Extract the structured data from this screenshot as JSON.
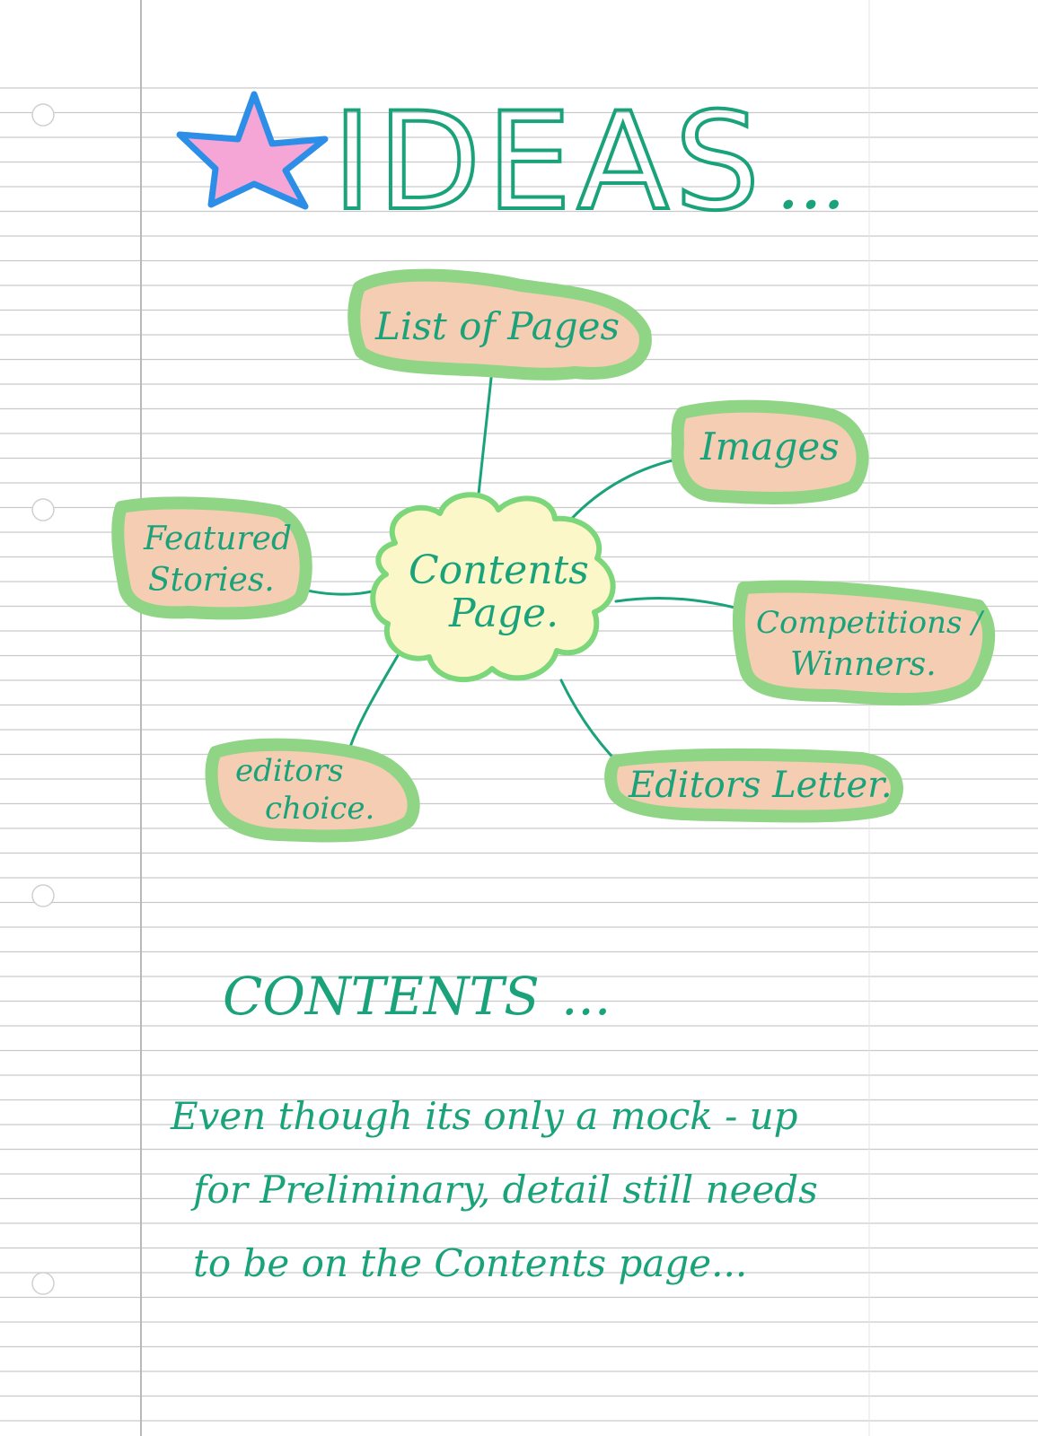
{
  "page": {
    "paper_color": "#ffffff",
    "rule_color": "#c9c9c9",
    "margin_color": "#b9b9b9",
    "ink_color": "#1aa37a"
  },
  "header": {
    "icon": "star-icon",
    "title": "IDEAS",
    "title_suffix": "..."
  },
  "mind_map": {
    "center": {
      "text_line1": "Contents",
      "text_line2": "Page.",
      "fill": "#fbf7c8",
      "outline": "#7bd77a"
    },
    "bubble_fill": "#f4cdb2",
    "bubble_outline": "#8fd585",
    "nodes": [
      {
        "id": "list-of-pages",
        "lines": [
          "List of Pages"
        ]
      },
      {
        "id": "images",
        "lines": [
          "Images"
        ]
      },
      {
        "id": "featured-stories",
        "lines": [
          "Featured",
          "Stories."
        ]
      },
      {
        "id": "competitions-winners",
        "lines": [
          "Competitions /",
          "Winners."
        ]
      },
      {
        "id": "editors-choice",
        "lines": [
          "editors",
          "choice."
        ]
      },
      {
        "id": "editors-letter",
        "lines": [
          "Editors Letter."
        ]
      }
    ]
  },
  "contents_section": {
    "heading": "CONTENTS",
    "heading_suffix": "...",
    "note_lines": [
      "Even though its only a mock - up",
      "for Preliminary, detail still needs",
      "to be on the Contents page..."
    ]
  }
}
